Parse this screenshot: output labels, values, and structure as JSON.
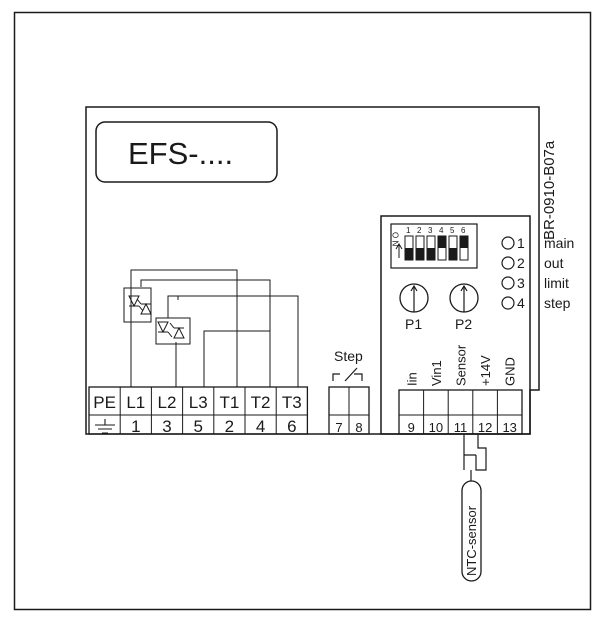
{
  "module": {
    "label": "EFS-....",
    "drawing_code": "BR-0910-B07a"
  },
  "dip_switch": {
    "on_label": "O N",
    "numbers": [
      "1",
      "2",
      "3",
      "4",
      "5",
      "6"
    ]
  },
  "leds": [
    {
      "number": "1",
      "function": "main"
    },
    {
      "number": "2",
      "function": "out"
    },
    {
      "number": "3",
      "function": "limit"
    },
    {
      "number": "4",
      "function": "step"
    }
  ],
  "potentiometers": [
    "P1",
    "P2"
  ],
  "power_terminals": [
    {
      "top": "PE",
      "bottom": "⏚"
    },
    {
      "top": "L1",
      "bottom": "1"
    },
    {
      "top": "L2",
      "bottom": "3"
    },
    {
      "top": "L3",
      "bottom": "5"
    },
    {
      "top": "T1",
      "bottom": "2"
    },
    {
      "top": "T2",
      "bottom": "4"
    },
    {
      "top": "T3",
      "bottom": "6"
    }
  ],
  "step_contact": {
    "label": "Step",
    "terminals": [
      "7",
      "8"
    ]
  },
  "control_terminals": [
    {
      "label": "Iin",
      "number": "9"
    },
    {
      "label": "Vin1",
      "number": "10"
    },
    {
      "label": "Sensor",
      "number": "11"
    },
    {
      "label": "+14V",
      "number": "12"
    },
    {
      "label": "GND",
      "number": "13"
    }
  ],
  "sensor": {
    "label": "NTC-sensor"
  }
}
